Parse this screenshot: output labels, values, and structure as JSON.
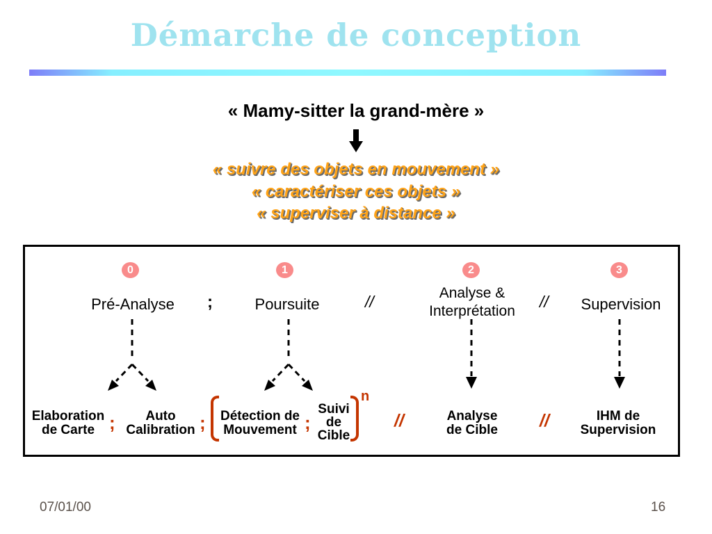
{
  "slide": {
    "title": "Démarche de conception",
    "quote": "« Mamy-sitter la grand-mère »",
    "goals": [
      "« suivre des objets en mouvement »",
      "« caractériser ces objets »",
      "« superviser à distance »"
    ],
    "footer_date": "07/01/00",
    "footer_page": "16"
  },
  "diagram": {
    "phases": [
      {
        "num": "0",
        "label": "Pré-Analyse"
      },
      {
        "num": "1",
        "label": "Poursuite"
      },
      {
        "num": "2",
        "label": "Analyse &\nInterprétation"
      },
      {
        "num": "3",
        "label": "Supervision"
      }
    ],
    "subtasks": [
      {
        "label": "Elaboration\nde Carte"
      },
      {
        "label": "Auto\nCalibration"
      },
      {
        "label": "Détection de\nMouvement"
      },
      {
        "label": "Suivi\nde\nCible"
      },
      {
        "label": "Analyse\nde Cible"
      },
      {
        "label": "IHM de\nSupervision"
      }
    ],
    "separators": {
      "semicolon": ";",
      "parallel": "//",
      "exponent": "n"
    }
  },
  "icons": {
    "flow_arrow": "thick-down-arrow",
    "connectors": "dashed-arrow-lines",
    "brackets": "orange-square-brackets"
  },
  "colors": {
    "title_cyan": "#9FE3EF",
    "rule_edge_purple": "#7D7DF8",
    "rule_center_cyan": "#8FF8FF",
    "goal_orange": "#FFA317",
    "badge_salmon": "#F98B8B",
    "accent_orange_red": "#C43500",
    "footer_gray": "#59504A"
  }
}
